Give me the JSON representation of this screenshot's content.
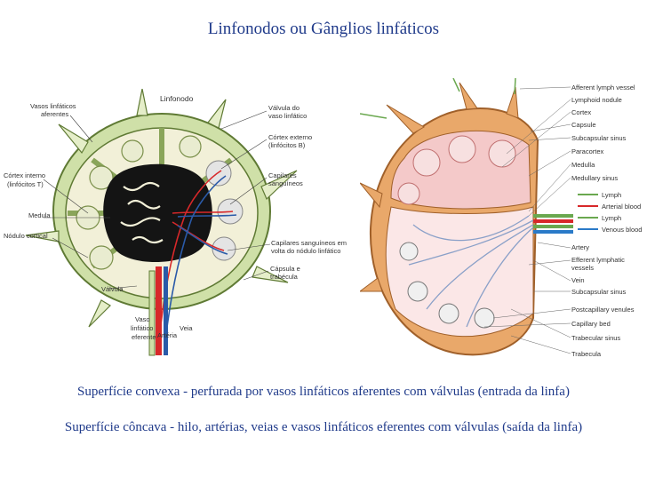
{
  "title": "Linfonodos ou Gânglios linfáticos",
  "left_figure": {
    "heading": "Linfonodo",
    "labels": {
      "vasos_aferentes_1": "Vasos linfáticos",
      "vasos_aferentes_2": "aferentes",
      "cortex_interno_1": "Córtex interno",
      "cortex_interno_2": "(linfócitos T)",
      "medula": "Medula",
      "nodulo_cortical": "Nódulo cortical",
      "valvula": "Válvula",
      "vaso_linfatico_eferente_1": "Vaso",
      "vaso_linfatico_eferente_2": "linfático",
      "vaso_linfatico_eferente_3": "eferente",
      "arteria": "Artéria",
      "veia": "Veia",
      "valvula_vaso_1": "Válvula do",
      "valvula_vaso_2": "vaso linfático",
      "cortex_externo_1": "Córtex externo",
      "cortex_externo_2": "(linfócitos B)",
      "capilares_1": "Capilares",
      "capilares_2": "sanguíneos",
      "capilares_volta_1": "Capilares sanguíneos em",
      "capilares_volta_2": "volta do nódulo linfático",
      "capsula_1": "Cápsula e",
      "capsula_2": "trabécula"
    }
  },
  "right_figure": {
    "labels": {
      "afferent": "Afferent lymph vessel",
      "lymphoid_nodule": "Lymphoid nodule",
      "cortex": "Cortex",
      "capsule": "Capsule",
      "subcapsular_sinus": "Subcapsular sinus",
      "paracortex": "Paracortex",
      "medulla": "Medulla",
      "medullary_sinus": "Medullary sinus",
      "lymph": "Lymph",
      "arterial_blood": "Arterial blood",
      "lymph2": "Lymph",
      "venous_blood": "Venous blood",
      "artery": "Artery",
      "efferent_1": "Efferent lymphatic",
      "efferent_2": "vessels",
      "vein": "Vein",
      "subcapsular_sinus2": "Subcapsular sinus",
      "postcapillary": "Postcapillary venules",
      "capillary_bed": "Capillary bed",
      "trabecular_sinus": "Trabecular sinus",
      "trabecula": "Trabecula"
    }
  },
  "captions": {
    "convex": "Superfície convexa - perfurada por vasos linfáticos aferentes com válvulas (entrada da linfa)",
    "concave": "Superfície côncava - hilo, artérias, veias e vasos linfáticos eferentes com válvulas (saída da linfa)"
  },
  "colors": {
    "title_text": "#1f3a8a",
    "capsule_green": "#cfe0a8",
    "cortex_cream": "#f2f0d8",
    "medulla_black": "#141414",
    "artery_red": "#d8282a",
    "vein_blue": "#2a5aa8",
    "node_orange": "#e9a86a",
    "node_pink": "#f4c9c9"
  }
}
